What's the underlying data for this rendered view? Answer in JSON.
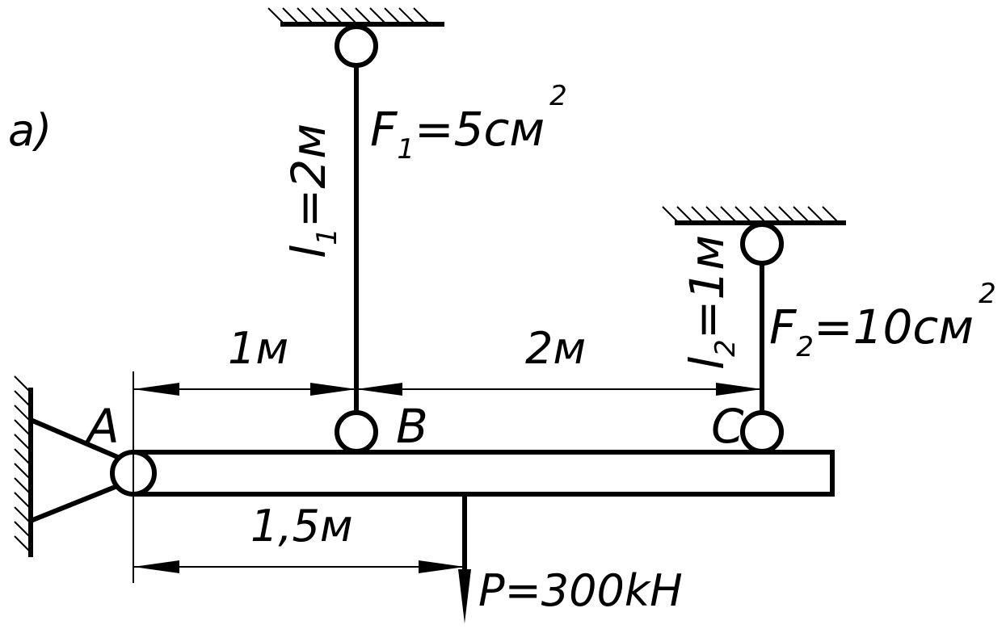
{
  "diagram": {
    "panel_label": "a)",
    "rod1": {
      "length_symbol": "l",
      "length_index": "1",
      "length_value": "=2м",
      "area_symbol": "F",
      "area_index": "1",
      "area_value": "=5см",
      "area_power": "2"
    },
    "rod2": {
      "length_symbol": "l",
      "length_index": "2",
      "length_value": "=1м",
      "area_symbol": "F",
      "area_index": "2",
      "area_value": "=10см",
      "area_power": "2"
    },
    "points": {
      "a": "A",
      "b": "B",
      "c": "C"
    },
    "dimensions": {
      "ab": "1м",
      "bc": "2м",
      "a_to_load": "1,5м"
    },
    "load": "P=300kH"
  }
}
